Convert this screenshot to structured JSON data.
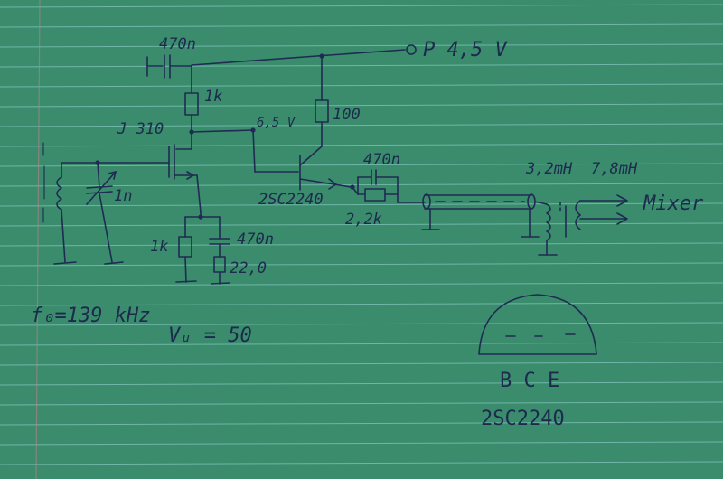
{
  "labels": {
    "supply": "P 4,5 V",
    "cap_supply": "470n",
    "res_drain": "1k",
    "res_collector": "100",
    "fet": "J 310",
    "node_voltage": "6,5 V",
    "bjt": "2SC2240",
    "cap_emitter": "470n",
    "res_emitter": "2,2k",
    "ind_left": "3,2mH",
    "ind_right": "7,8mH",
    "mixer": "Mixer",
    "cap_tune": "1n",
    "res_source": "1k",
    "cap_source": "470n",
    "res_source2": "22,0",
    "f0": "f₀=139 kHz",
    "vu": "Vᵤ = 50",
    "pinout": "B  C  E",
    "pinout_part": "2SC2240"
  },
  "colors": {
    "paper": "#3a8c6c",
    "ink": "#1d2a4e",
    "rule": "#6fb6a8"
  }
}
